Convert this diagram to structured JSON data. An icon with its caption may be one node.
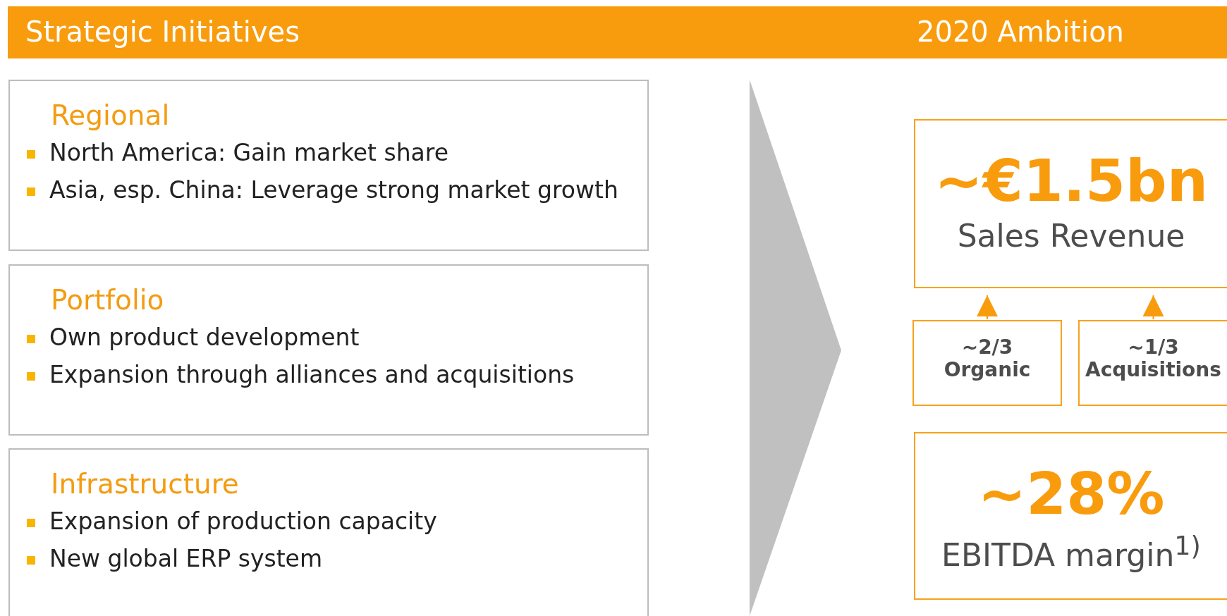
{
  "diagram": {
    "title": "Strategic Initiatives",
    "nodes": [
      {
        "text": [
          "Regional",
          "North America: Gain market share",
          "Asia, esp. China: Leverage strong market growth"
        ]
      },
      {
        "text": [
          "Portfolio",
          "Own product development",
          "Expansion through alliances and acquisitions"
        ]
      },
      {
        "text": [
          "Infrastructure",
          "Expansion of production capacity",
          "New global ERP system"
        ]
      },
      {
        "text": [
          "~€1.5bn",
          "Sales Revenue"
        ]
      },
      {
        "text": [
          "~2/3",
          "Organic"
        ]
      },
      {
        "text": [
          "~1/3",
          "Acquisitions"
        ]
      },
      {
        "text": [
          "~28%",
          "EBITDA margin$^{1)}$"
        ]
      }
    ],
    "edges": [
      {
        "from": 4,
        "to": 3,
        "arrow": "to"
      },
      {
        "from": 5,
        "to": 3,
        "arrow": "to"
      }
    ],
    "labels": [
      "2020 Ambition"
    ]
  }
}
